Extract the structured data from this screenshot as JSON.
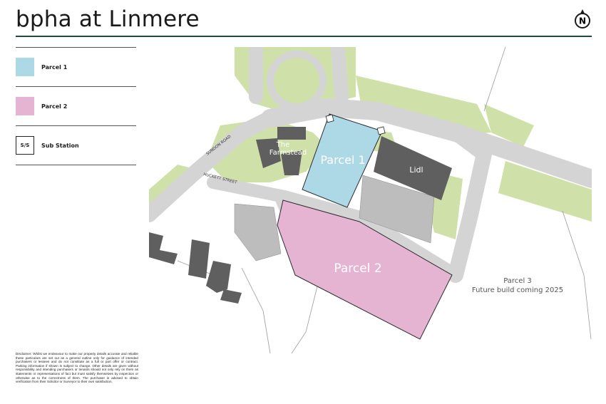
{
  "header": {
    "title": "bpha at Linmere",
    "north_label": "N"
  },
  "legend": [
    {
      "label": "Parcel 1",
      "color": "#add8e6"
    },
    {
      "label": "Parcel 2",
      "color": "#e6b4d3"
    },
    {
      "label": "Sub Station",
      "symbol": "S/S"
    }
  ],
  "map": {
    "parcel1_label": "Parcel 1",
    "parcel2_label": "Parcel 2",
    "parcel3_label": "Parcel 3",
    "parcel3_note": "Future build coming 2025",
    "farmstead_label_1": "The",
    "farmstead_label_2": "Farmstead",
    "lidl_label": "Lidl",
    "road1": "SUNDON ROAD",
    "road2": "HUCKETT STREET",
    "colors": {
      "green": "#cfe0a8",
      "road": "#d2d2d2",
      "building": "#5f5f5f",
      "parcel1": "#add8e6",
      "parcel2": "#e6b4d3"
    }
  },
  "disclaimer": "Disclaimer: Whilst we endeavour to make our property details accurate and reliable these particulars are set out as a general outline only for guidance of intended purchasers or lessees and do not constitute as a full or part offer or contract. Parking information if shown is subject to change. Other details are given without responsibility and intending purchasers or tenants should not only rely on them as statements or representations of fact but must satisfy themselves by inspection or otherwise as to the correctness of them. The purchaser is advised to obtain verification from their Solicitor or Surveyor to their own satisfaction."
}
